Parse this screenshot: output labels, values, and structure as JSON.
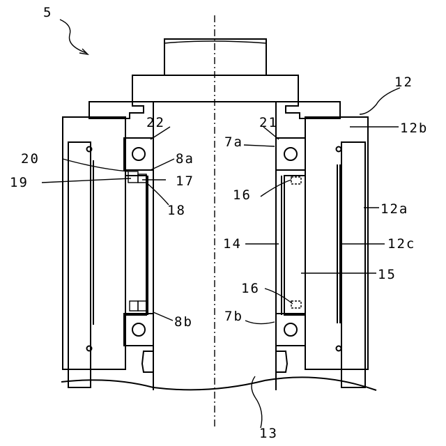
{
  "labels": {
    "fig": "5",
    "l12": "12",
    "l12b": "12b",
    "l12a": "12a",
    "l12c": "12c",
    "l22": "22",
    "l21": "21",
    "l7a": "7a",
    "l8a": "8a",
    "l20": "20",
    "l19": "19",
    "l17": "17",
    "l18": "18",
    "l16a": "16",
    "l14": "14",
    "l15": "15",
    "l16b": "16",
    "l8b": "8b",
    "l7b": "7b",
    "l13": "13"
  }
}
